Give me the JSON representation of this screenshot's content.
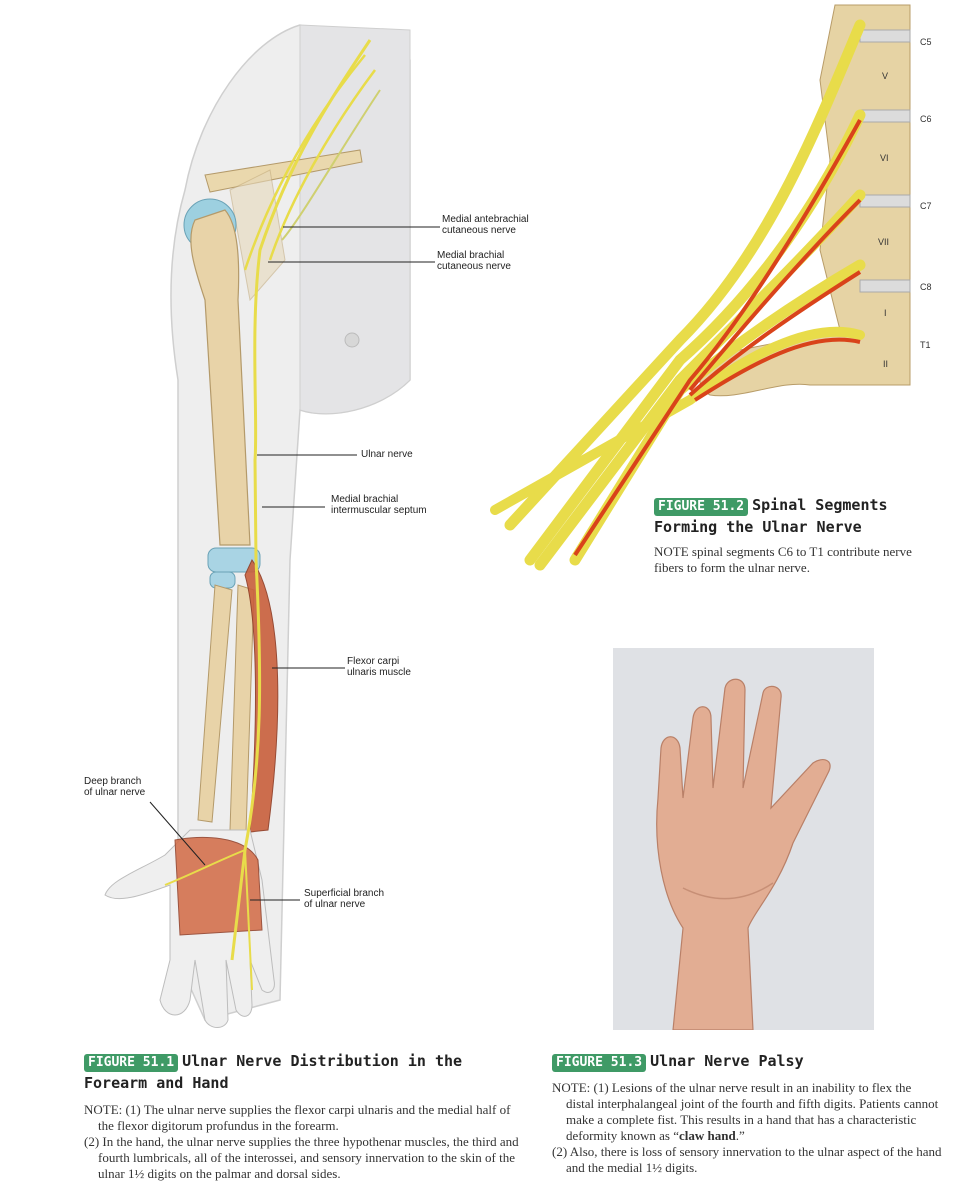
{
  "fig1": {
    "tag": "FIGURE 51.1",
    "title": "Ulnar Nerve Distribution in the Forearm and Hand",
    "labels": {
      "medial_antebrachial": "Medial antebrachial\ncutaneous nerve",
      "medial_brachial": "Medial brachial\ncutaneous nerve",
      "ulnar_nerve": "Ulnar nerve",
      "septum": "Medial brachial\nintermuscular septum",
      "fcu": "Flexor carpi\nulnaris muscle",
      "deep_branch": "Deep branch\nof ulnar nerve",
      "superficial_branch": "Superficial branch\nof ulnar nerve"
    },
    "note1": "NOTE: (1) The ulnar nerve supplies the flexor carpi ulnaris and the medial half of the flexor digitorum profundus in the forearm.",
    "note2": "(2) In the hand, the ulnar nerve supplies the three hypothenar muscles, the third and fourth lumbricals, all of the interossei, and sensory innervation to the skin of the ulnar 1½ digits on the palmar and dorsal sides."
  },
  "fig2": {
    "tag": "FIGURE 51.2",
    "title": "Spinal Segments Forming the Ulnar Nerve",
    "note": "NOTE spinal segments C6 to T1 contribute nerve fibers to form the ulnar nerve.",
    "spinal_labels": [
      "C5",
      "C6",
      "C7",
      "C8",
      "T1"
    ],
    "vertebra_labels": [
      "V",
      "VI",
      "VII",
      "I",
      "II"
    ]
  },
  "fig3": {
    "tag": "FIGURE 51.3",
    "title": "Ulnar Nerve Palsy",
    "note1_prefix": "NOTE: (1) Lesions of the ulnar nerve result in an inability to flex the distal interphalangeal joint of the fourth and fifth digits. Patients cannot make a complete fist. This results in a hand that has a characteristic deformity known as “",
    "note1_bold": "claw hand",
    "note1_suffix": ".”",
    "note2": "(2) Also, there is loss of sensory innervation to the ulnar aspect of the hand and the medial 1½ digits."
  },
  "colors": {
    "nerve": "#e8dc4a",
    "artery": "#d9431a",
    "bone": "#e8d3a8",
    "muscle": "#c9603c",
    "tag_bg": "#3f9a66"
  }
}
